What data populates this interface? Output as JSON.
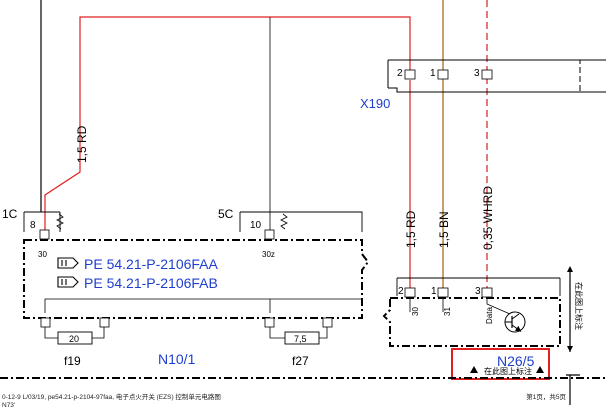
{
  "connectors": {
    "x190": {
      "name": "X190",
      "pins": [
        "2",
        "1",
        "3"
      ]
    },
    "n10_1": {
      "name": "N10/1",
      "pins": [
        "8",
        "10"
      ],
      "pin_subs": [
        "30",
        "30z"
      ]
    },
    "n26_5": {
      "name": "N26/5",
      "pins": [
        "2",
        "1",
        "3"
      ],
      "pin_subs": [
        "30",
        "31",
        "Data"
      ],
      "side_text": "在此图上标注",
      "box_text": "在此图上标注"
    }
  },
  "wires": {
    "red_left": "1,5 RD",
    "red_right": "1,5 RD",
    "brown": "1,5 BN",
    "white_red": "0,35 WHRD"
  },
  "terminals": {
    "left": "1C",
    "mid": "5C"
  },
  "fuses": {
    "f19": {
      "label": "f19",
      "value": "20"
    },
    "f27": {
      "label": "f27",
      "value": "7,5"
    }
  },
  "references": [
    "PE 54.21-P-2106FAA",
    "PE 54.21-P-2106FAB"
  ],
  "footer": {
    "line1": "0-12-9  L/03/19, pe54.21-p-2104-97faa, 电子点火开关 (EZS) 控制单元电路图",
    "line2": "N73'",
    "page": "第1页，共5页"
  },
  "colors": {
    "red_wire": "#e02020",
    "brown_wire": "#c8a070",
    "white_red_wire": "#d02020",
    "label_blue": "#1f3fcf",
    "highlight_box": "#e02020"
  }
}
